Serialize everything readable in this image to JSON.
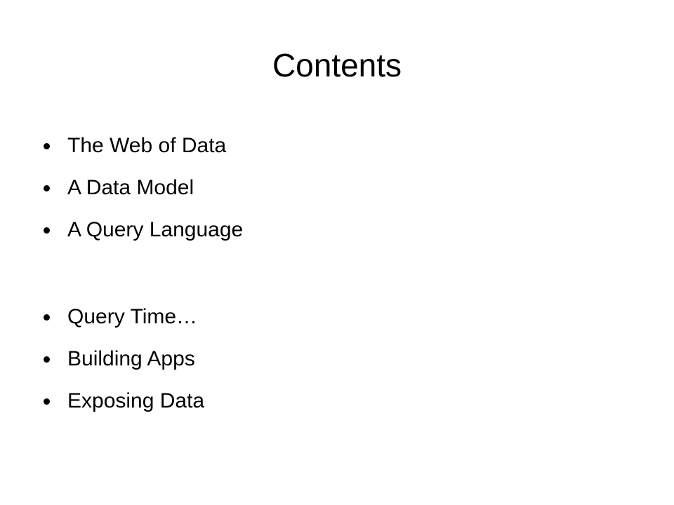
{
  "slide": {
    "title": "Contents",
    "bullets": [
      {
        "text": "The Web of Data"
      },
      {
        "text": "A Data Model"
      },
      {
        "text": "A Query Language"
      },
      {
        "text": ""
      },
      {
        "text": "Query Time…"
      },
      {
        "text": "Building Apps"
      },
      {
        "text": "Exposing Data"
      }
    ]
  }
}
